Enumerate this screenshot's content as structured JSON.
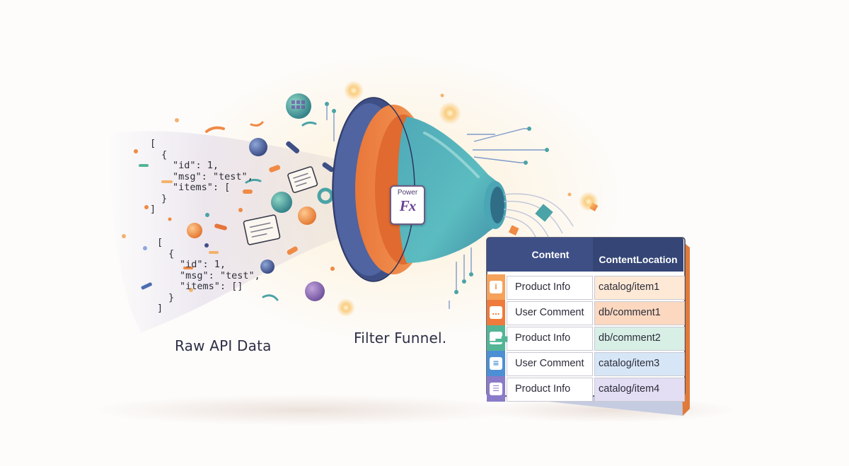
{
  "raw_code_blocks": [
    {
      "lines": [
        "[",
        "{",
        "\"id\": 1,",
        "\"msg\": \"test\",",
        "\"items\": [",
        "}",
        "]"
      ]
    },
    {
      "lines": [
        "[",
        "{",
        "\"id\": 1,",
        "\"msg\": \"test\",",
        "\"items\": []",
        "}",
        "]"
      ]
    }
  ],
  "captions": {
    "raw": "Raw API Data",
    "filter": "Filter Funnel."
  },
  "badge": {
    "top": "Power",
    "bottom": "Fx"
  },
  "table": {
    "headers": {
      "content": "Content",
      "location": "ContentLocation"
    },
    "rows": [
      {
        "icon": "info-icon",
        "content": "Product Info",
        "location": "catalog/item1",
        "color": "#f5a25a"
      },
      {
        "icon": "comment-icon",
        "content": "User Comment",
        "location": "db/comment1",
        "color": "#ee7b3c"
      },
      {
        "icon": "bar-chart-icon",
        "content": "Product Info",
        "location": "db/comment2",
        "color": "#53b596"
      },
      {
        "icon": "list-icon",
        "content": "User Comment",
        "location": "catalog/item3",
        "color": "#4d8fd4"
      },
      {
        "icon": "document-icon",
        "content": "Product Info",
        "location": "catalog/item4",
        "color": "#8a7bc9"
      }
    ]
  },
  "colors": {
    "navy": "#3e4f86",
    "teal": "#59b6aa",
    "orange": "#f08a45",
    "purple": "#6b3f94"
  }
}
